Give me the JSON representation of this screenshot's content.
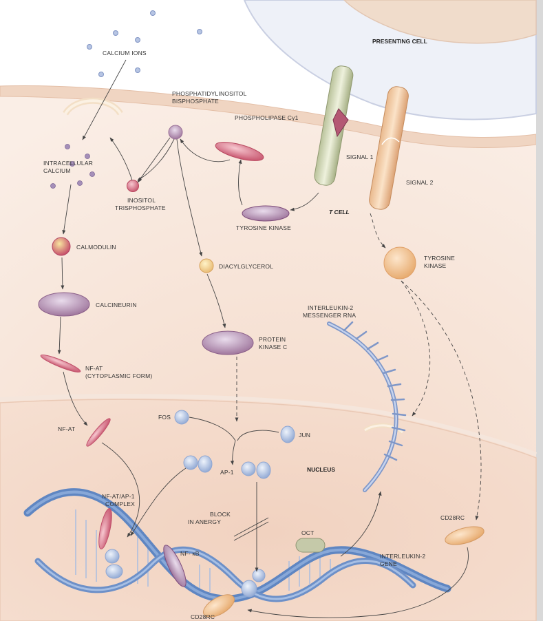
{
  "labels": {
    "presenting_cell": "PRESENTING CELL",
    "calcium_ions": "CALCIUM IONS",
    "pip2_1": "PHOSPHATIDYLINOSITOL",
    "pip2_2": "BISPHOSPHATE",
    "plc": "PHOSPHOLIPASE Cγ1",
    "signal1": "SIGNAL 1",
    "signal2": "SIGNAL 2",
    "intracellular_1": "INTRACELLULAR",
    "intracellular_2": "CALCIUM",
    "ip3_1": "INOSITOL",
    "ip3_2": "TRISPHOSPHATE",
    "tyrosine_kinase_tcr": "TYROSINE KINASE",
    "t_cell": "T CELL",
    "calmodulin": "CALMODULIN",
    "diacylglycerol": "DIACYLGLYCEROL",
    "tyrosine_kinase_cd28_1": "TYROSINE",
    "tyrosine_kinase_cd28_2": "KINASE",
    "calcineurin": "CALCINEURIN",
    "il2_mrna_1": "INTERLEUKIN-2",
    "il2_mrna_2": "MESSENGER RNA",
    "pkc_1": "PROTEIN",
    "pkc_2": "KINASE C",
    "nfat_cyto_1": "NF-AT",
    "nfat_cyto_2": "(CYTOPLASMIC FORM)",
    "nfat": "NF-AT",
    "fos": "FOS",
    "jun": "JUN",
    "ap1": "AP-1",
    "nucleus": "NUCLEUS",
    "complex_1": "NF-AT/AP-1",
    "complex_2": "COMPLEX",
    "block_1": "BLOCK",
    "block_2": "IN ANERGY",
    "oct": "OCT",
    "cd28rc_right": "CD28RC",
    "nfkb": "NF- κB",
    "il2_gene_1": "INTERLEUKIN-2",
    "il2_gene_2": "GENE",
    "cd28rc_bottom": "CD28RC"
  }
}
